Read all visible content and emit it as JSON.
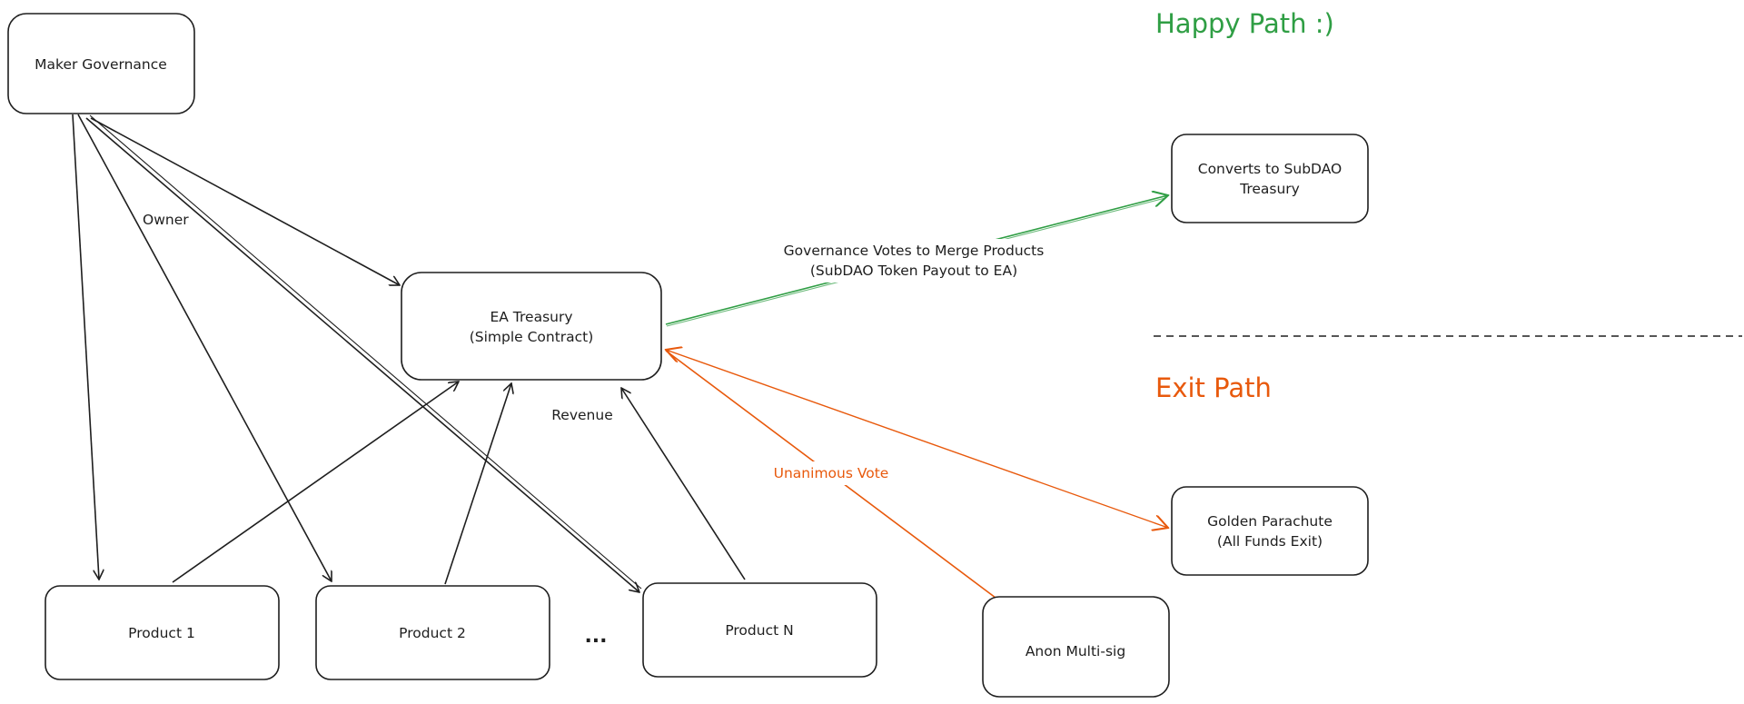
{
  "colors": {
    "ink": "#1e1e1e",
    "happy": "#2f9e44",
    "exit": "#e8590c",
    "background": "#ffffff"
  },
  "headings": {
    "happy": "Happy Path :)",
    "exit": "Exit Path"
  },
  "nodes": {
    "maker": "Maker Governance",
    "ea_line1": "EA Treasury",
    "ea_line2": "(Simple Contract)",
    "subdao_line1": "Converts to SubDAO",
    "subdao_line2": "Treasury",
    "golden_line1": "Golden Parachute",
    "golden_line2": "(All Funds Exit)",
    "product1": "Product 1",
    "product2": "Product 2",
    "productN": "Product N",
    "anon": "Anon Multi-sig",
    "ellipsis": "..."
  },
  "edge_labels": {
    "owner": "Owner",
    "revenue": "Revenue",
    "merge_line1": "Governance Votes to Merge Products",
    "merge_line2": "(SubDAO Token Payout to EA)",
    "unanimous": "Unanimous Vote"
  }
}
